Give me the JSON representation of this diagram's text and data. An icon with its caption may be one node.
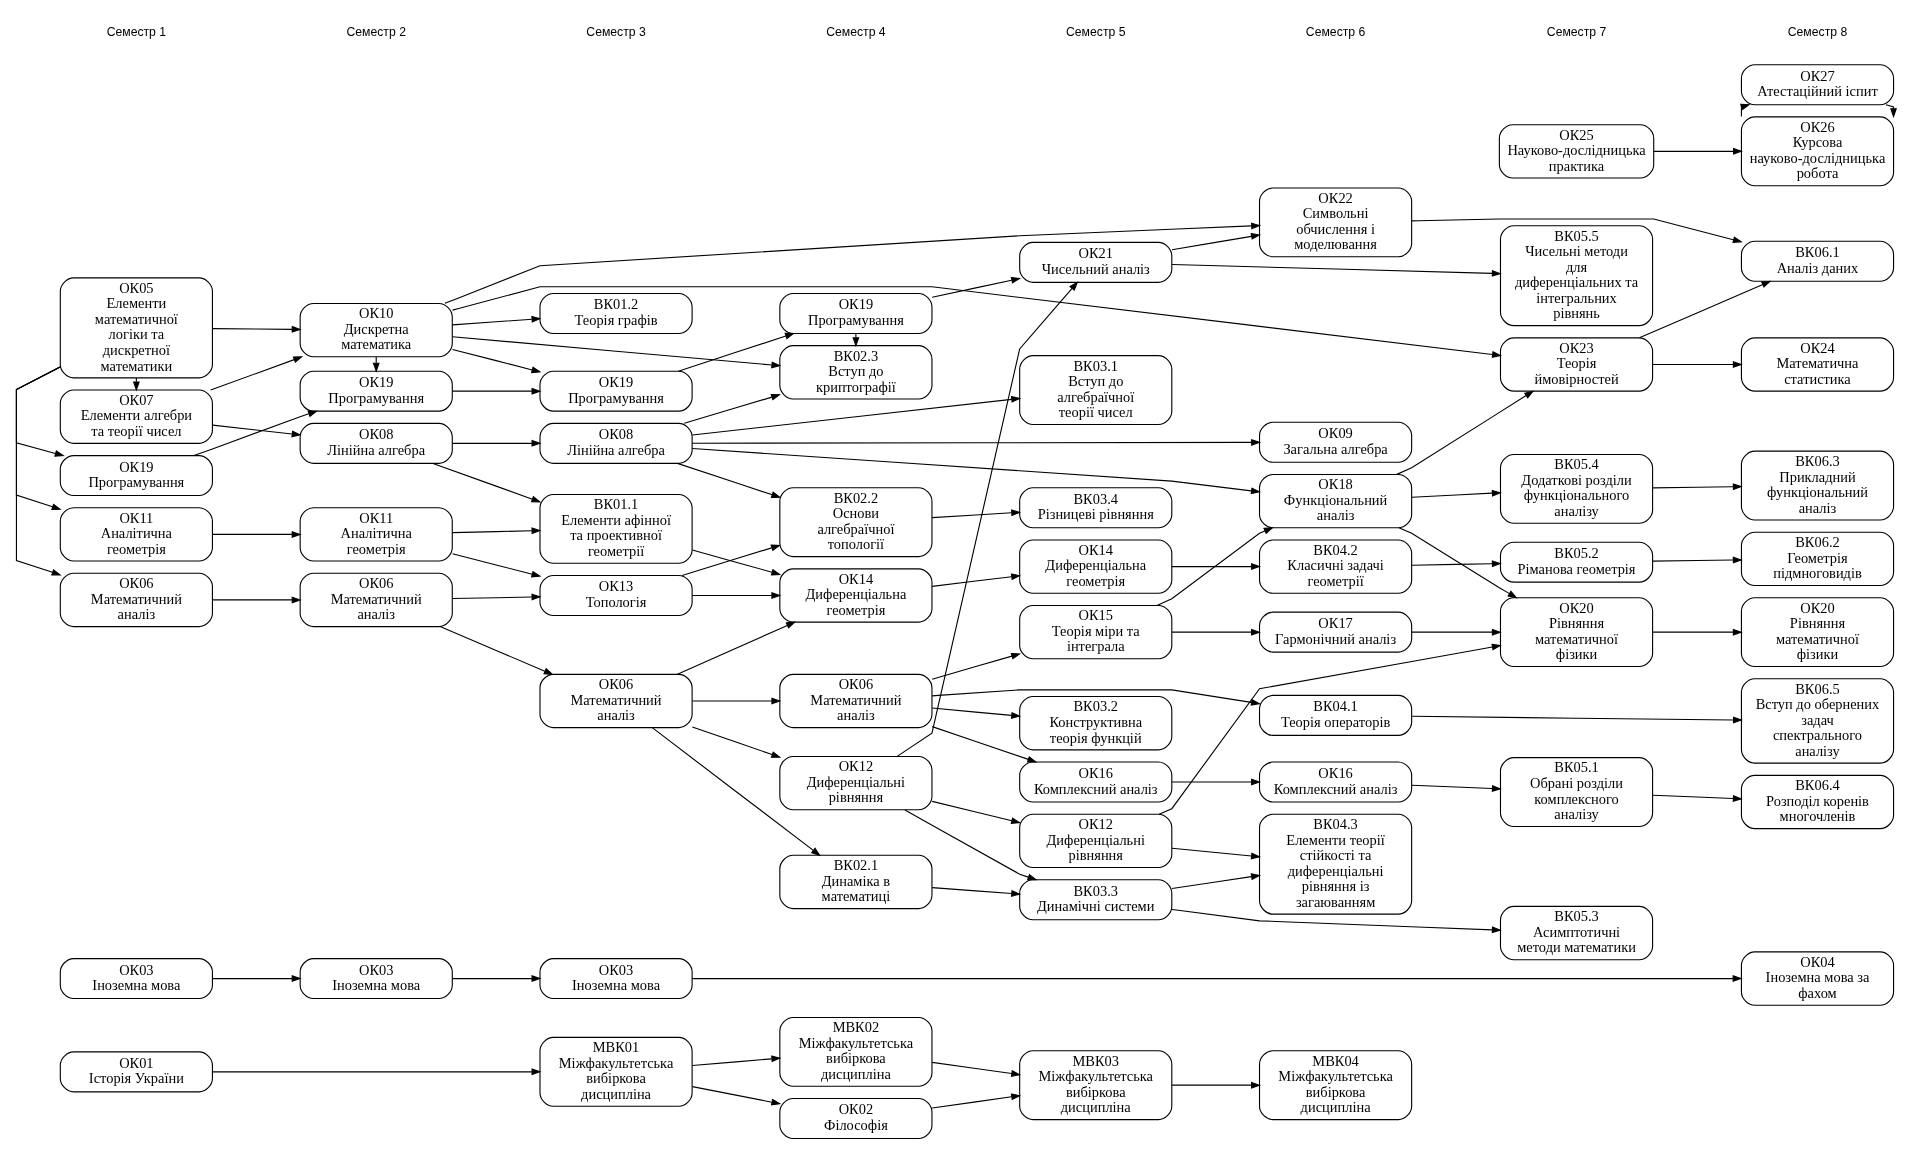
{
  "diagram": {
    "nodes": [
      {
        "text": [
          "ОК01",
          "Історія України"
        ]
      },
      {
        "text": [
          "ОК03",
          "Іноземна мова"
        ]
      },
      {
        "text": [
          "ОК07",
          "Елементи алгебри та теорії чисел"
        ]
      },
      {
        "text": [
          "ОК05",
          "Елементи математичної логіки та дискретної математики"
        ]
      },
      {
        "text": [
          "ОК06",
          "Математичний аналіз"
        ]
      },
      {
        "text": [
          "ОК11",
          "Аналітична геометрія"
        ]
      },
      {
        "text": [
          "ОК19",
          "Програмування"
        ]
      },
      {
        "text": [
          "ОК03",
          "Іноземна мова"
        ]
      },
      {
        "text": [
          "ОК08",
          "Лінійна алгебра"
        ]
      },
      {
        "text": [
          "ОК10",
          "Дискретна математика"
        ]
      },
      {
        "text": [
          "ОК06",
          "Математичний аналіз"
        ]
      },
      {
        "text": [
          "ОК11",
          "Аналітична геометрія"
        ]
      },
      {
        "text": [
          "ОК19",
          "Програмування"
        ]
      },
      {
        "text": [
          "МВК01",
          "Міжфакультетська вибіркова дисципліна"
        ]
      },
      {
        "text": [
          "ОК03",
          "Іноземна мова"
        ]
      },
      {
        "text": [
          "ОК08",
          "Лінійна алгебра"
        ]
      },
      {
        "text": [
          "ВК01.1",
          "Елементи афінної та проективної геометрії"
        ]
      },
      {
        "text": [
          "ВК01.2",
          "Теорія графів"
        ]
      },
      {
        "text": [
          "ОК06",
          "Математичний аналіз"
        ]
      },
      {
        "text": [
          "ОК13",
          "Топологія"
        ]
      },
      {
        "text": [
          "ОК19",
          "Програмування"
        ]
      },
      {
        "text": [
          "МВК02",
          "Міжфакультетська вибіркова дисципліна"
        ]
      },
      {
        "text": [
          "ОК02",
          "Філософія"
        ]
      },
      {
        "text": [
          "ВК02.1",
          "Динаміка в математиці"
        ]
      },
      {
        "text": [
          "ВК02.2",
          "Основи алгебраїчної топології"
        ]
      },
      {
        "text": [
          "ОК12",
          "Диференціальні рівняння"
        ]
      },
      {
        "text": [
          "ОК06",
          "Математичний аналіз"
        ]
      },
      {
        "text": [
          "ОК14",
          "Диференціальна геометрія"
        ]
      },
      {
        "text": [
          "ОК19",
          "Програмування"
        ]
      },
      {
        "text": [
          "ВК02.3",
          "Вступ до криптографії"
        ]
      },
      {
        "text": [
          "МВК03",
          "Міжфакультетська вибіркова дисципліна"
        ]
      },
      {
        "text": [
          "ВК03.1",
          "Вступ до алгебраїчної теорії чисел"
        ]
      },
      {
        "text": [
          "ВК03.2",
          "Конструктивна теорія функцій"
        ]
      },
      {
        "text": [
          "ВК03.3",
          "Динамічні системи"
        ]
      },
      {
        "text": [
          "ОК12",
          "Диференціальні рівняння"
        ]
      },
      {
        "text": [
          "ВК03.4",
          "Різницеві рівняння"
        ]
      },
      {
        "text": [
          "ОК15",
          "Теорія міри та інтеграла"
        ]
      },
      {
        "text": [
          "ОК16",
          "Комплексний аналіз"
        ]
      },
      {
        "text": [
          "ОК14",
          "Диференціальна геометрія"
        ]
      },
      {
        "text": [
          "ОК21",
          "Чисельний аналіз"
        ]
      },
      {
        "text": [
          "МВК04",
          "Міжфакультетська вибіркова дисципліна"
        ]
      },
      {
        "text": [
          "ОК17",
          "Гармонічний аналіз"
        ]
      },
      {
        "text": [
          "ВК04.2",
          "Класичні задачі геометрії"
        ]
      },
      {
        "text": [
          "ВК04.3",
          "Елементи теорії стійкості та диференціальні рівняння із загаюванням"
        ]
      },
      {
        "text": [
          "ВК04.1",
          "Теорія операторів"
        ]
      },
      {
        "text": [
          "ОК09",
          "Загальна алгебра"
        ]
      },
      {
        "text": [
          "ОК16",
          "Комплексний аналіз"
        ]
      },
      {
        "text": [
          "ОК18",
          "Функціональний аналіз"
        ]
      },
      {
        "text": [
          "ОК22",
          "Символьні обчислення і моделювання"
        ]
      },
      {
        "text": [
          "ВК05.1",
          "Обрані розділи комплексного аналізу"
        ]
      },
      {
        "text": [
          "ВК05.2",
          "Ріманова геометрія"
        ]
      },
      {
        "text": [
          "ВК05.3",
          "Асимптотичні методи математики"
        ]
      },
      {
        "text": [
          "ВК05.4",
          "Додаткові розділи функціонального аналізу"
        ]
      },
      {
        "text": [
          "ВК05.5",
          "Чисельні методи для диференціальних та інтегральних рівнянь"
        ]
      },
      {
        "text": [
          "ОК23",
          "Теорія ймовірностей"
        ]
      },
      {
        "text": [
          "ОК20",
          "Рівняння математичної фізики"
        ]
      },
      {
        "text": [
          "ОК25",
          "Науково-дослідницька практика"
        ]
      },
      {
        "text": [
          "ОК04",
          "Іноземна мова за фахом"
        ]
      },
      {
        "text": [
          "ВК06.1",
          "Аналіз даних"
        ]
      },
      {
        "text": [
          "ВК06.2",
          "Геометрія підмноговидів"
        ]
      },
      {
        "text": [
          "ВК06.3",
          "Прикладний функціональний аналіз"
        ]
      },
      {
        "text": [
          "ВК06.4",
          "Розподіл коренів многочленів"
        ]
      },
      {
        "text": [
          "ВК06.5",
          "Вступ до обернених задач спектрального аналізу"
        ]
      },
      {
        "text": [
          "ОК20",
          "Рівняння математичної фізики"
        ]
      },
      {
        "text": [
          "ОК24",
          "Математична статистика"
        ]
      },
      {
        "text": [
          "ОК27",
          "Атестаційний іспит"
        ]
      },
      {
        "text": [
          "ОК26",
          "Курсова науково-дослідницька робота"
        ]
      }
    ],
    "edges": [
      {
        "from": 0,
        "to": 13,
        "arrow": "to"
      },
      {
        "from": 1,
        "to": 7,
        "arrow": "to"
      },
      {
        "from": 7,
        "to": 14,
        "arrow": "to"
      },
      {
        "from": 14,
        "to": 57,
        "arrow": "to"
      },
      {
        "from": 13,
        "to": 21,
        "arrow": "to"
      },
      {
        "from": 13,
        "to": 22,
        "arrow": "to"
      },
      {
        "from": 21,
        "to": 30,
        "arrow": "to"
      },
      {
        "from": 22,
        "to": 30,
        "arrow": "to"
      },
      {
        "from": 30,
        "to": 40,
        "arrow": "to"
      },
      {
        "from": 2,
        "to": 8,
        "arrow": "to"
      },
      {
        "from": 2,
        "to": 9,
        "arrow": "to"
      },
      {
        "from": 3,
        "to": 2,
        "arrow": "to"
      },
      {
        "from": 3,
        "to": 9,
        "arrow": "to"
      },
      {
        "from": 3,
        "to": 4,
        "arrow": "to"
      },
      {
        "from": 3,
        "to": 5,
        "arrow": "to"
      },
      {
        "from": 3,
        "to": 6,
        "arrow": "to"
      },
      {
        "from": 4,
        "to": 10,
        "arrow": "to"
      },
      {
        "from": 5,
        "to": 11,
        "arrow": "to"
      },
      {
        "from": 6,
        "to": 12,
        "arrow": "to"
      },
      {
        "from": 9,
        "to": 12,
        "arrow": "to"
      },
      {
        "from": 8,
        "to": 15,
        "arrow": "to"
      },
      {
        "from": 8,
        "to": 16,
        "arrow": "to"
      },
      {
        "from": 9,
        "to": 17,
        "arrow": "to"
      },
      {
        "from": 9,
        "to": 20,
        "arrow": "to"
      },
      {
        "from": 10,
        "to": 18,
        "arrow": "to"
      },
      {
        "from": 10,
        "to": 19,
        "arrow": "to"
      },
      {
        "from": 11,
        "to": 16,
        "arrow": "to"
      },
      {
        "from": 11,
        "to": 19,
        "arrow": "to"
      },
      {
        "from": 12,
        "to": 20,
        "arrow": "to"
      },
      {
        "from": 9,
        "to": 29,
        "arrow": "to"
      },
      {
        "from": 9,
        "to": 48,
        "arrow": "to"
      },
      {
        "from": 9,
        "to": 54,
        "arrow": "to"
      },
      {
        "from": 15,
        "to": 24,
        "arrow": "to"
      },
      {
        "from": 15,
        "to": 31,
        "arrow": "to"
      },
      {
        "from": 15,
        "to": 29,
        "arrow": "to"
      },
      {
        "from": 15,
        "to": 45,
        "arrow": "to"
      },
      {
        "from": 15,
        "to": 47,
        "arrow": "to"
      },
      {
        "from": 18,
        "to": 23,
        "arrow": "to"
      },
      {
        "from": 18,
        "to": 25,
        "arrow": "to"
      },
      {
        "from": 18,
        "to": 26,
        "arrow": "to"
      },
      {
        "from": 19,
        "to": 24,
        "arrow": "to"
      },
      {
        "from": 19,
        "to": 27,
        "arrow": "to"
      },
      {
        "from": 18,
        "to": 27,
        "arrow": "to"
      },
      {
        "from": 16,
        "to": 27,
        "arrow": "to"
      },
      {
        "from": 20,
        "to": 28,
        "arrow": "to"
      },
      {
        "from": 23,
        "to": 33,
        "arrow": "to"
      },
      {
        "from": 24,
        "to": 35,
        "arrow": "to"
      },
      {
        "from": 25,
        "to": 34,
        "arrow": "to"
      },
      {
        "from": 25,
        "to": 33,
        "arrow": "to"
      },
      {
        "from": 25,
        "to": 39,
        "arrow": "to"
      },
      {
        "from": 26,
        "to": 32,
        "arrow": "to"
      },
      {
        "from": 26,
        "to": 36,
        "arrow": "to"
      },
      {
        "from": 26,
        "to": 37,
        "arrow": "to"
      },
      {
        "from": 26,
        "to": 44,
        "arrow": "to"
      },
      {
        "from": 27,
        "to": 38,
        "arrow": "to"
      },
      {
        "from": 28,
        "to": 29,
        "arrow": "to"
      },
      {
        "from": 28,
        "to": 39,
        "arrow": "to"
      },
      {
        "from": 33,
        "to": 43,
        "arrow": "to"
      },
      {
        "from": 33,
        "to": 51,
        "arrow": "to"
      },
      {
        "from": 34,
        "to": 43,
        "arrow": "to"
      },
      {
        "from": 34,
        "to": 55,
        "arrow": "to"
      },
      {
        "from": 38,
        "to": 42,
        "arrow": "to"
      },
      {
        "from": 36,
        "to": 41,
        "arrow": "to"
      },
      {
        "from": 36,
        "to": 47,
        "arrow": "to"
      },
      {
        "from": 37,
        "to": 46,
        "arrow": "to"
      },
      {
        "from": 39,
        "to": 48,
        "arrow": "to"
      },
      {
        "from": 39,
        "to": 53,
        "arrow": "to"
      },
      {
        "from": 41,
        "to": 55,
        "arrow": "to"
      },
      {
        "from": 42,
        "to": 50,
        "arrow": "to"
      },
      {
        "from": 44,
        "to": 62,
        "arrow": "to"
      },
      {
        "from": 46,
        "to": 49,
        "arrow": "to"
      },
      {
        "from": 47,
        "to": 52,
        "arrow": "to"
      },
      {
        "from": 47,
        "to": 54,
        "arrow": "to"
      },
      {
        "from": 47,
        "to": 55,
        "arrow": "to"
      },
      {
        "from": 49,
        "to": 61,
        "arrow": "to"
      },
      {
        "from": 50,
        "to": 59,
        "arrow": "to"
      },
      {
        "from": 52,
        "to": 60,
        "arrow": "to"
      },
      {
        "from": 54,
        "to": 64,
        "arrow": "to"
      },
      {
        "from": 55,
        "to": 63,
        "arrow": "to"
      },
      {
        "from": 48,
        "to": 58,
        "arrow": "to"
      },
      {
        "from": 54,
        "to": 58,
        "arrow": "to"
      },
      {
        "from": 65,
        "to": 66,
        "arrow": "to"
      },
      {
        "from": 66,
        "to": 65,
        "arrow": "to"
      },
      {
        "from": 56,
        "to": 66,
        "arrow": "to"
      }
    ],
    "labels": [
      "Семестр 1",
      "Семестр 2",
      "Семестр 3",
      "Семестр 4",
      "Семестр 5",
      "Семестр 6",
      "Семестр 7",
      "Семестр 8"
    ]
  }
}
